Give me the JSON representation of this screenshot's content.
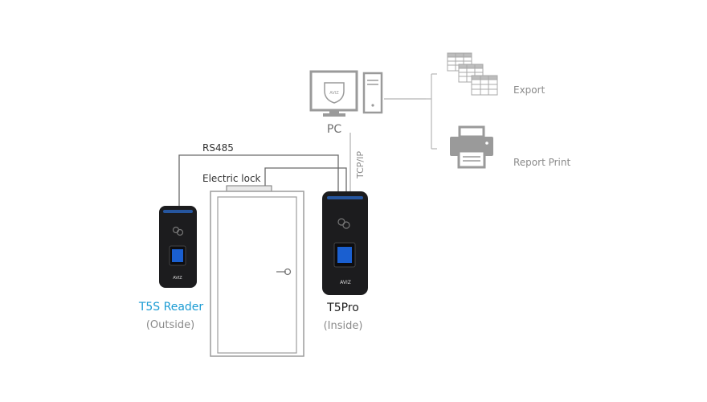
{
  "pc": {
    "label": "PC",
    "brand_badge": "AVIZ"
  },
  "export": {
    "label": "Export"
  },
  "report_print": {
    "label": "Report Print"
  },
  "links": {
    "rs485": "RS485",
    "electric_lock": "Electric lock",
    "tcp_ip": "TCP/IP"
  },
  "t5s_reader": {
    "title": "T5S Reader",
    "subtitle": "(Outside)",
    "brand": "AVIZ"
  },
  "t5pro": {
    "title": "T5Pro",
    "subtitle": "(Inside)",
    "brand": "AVIZ"
  },
  "colors": {
    "accent": "#1a9bd3",
    "line_dark": "#555555",
    "line_light": "#b5b5b5",
    "icon_gray": "#9a9a9a",
    "device_black": "#1c1c1e",
    "sensor_blue": "#1a5fd0"
  }
}
